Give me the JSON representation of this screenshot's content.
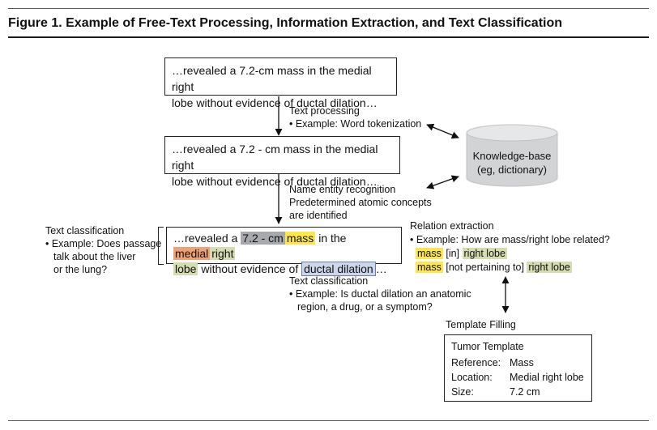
{
  "figure": {
    "title": "Figure 1. Example of Free-Text Processing, Information Extraction, and Text Classification"
  },
  "colors": {
    "highlight_gray": "#a7a9ac",
    "highlight_yellow": "#fde74c",
    "highlight_orange": "#f0a075",
    "highlight_green": "#d5ddb0",
    "highlight_blue": "#cdd6ea"
  },
  "input_box": {
    "line1": "…revealed a 7.2-cm mass in the medial right",
    "line2": "lobe without evidence of ductal dilation…"
  },
  "text_processing": {
    "title": "Text processing",
    "example": "• Example: Word tokenization"
  },
  "tokenized_box": {
    "line1": "…revealed a 7.2 - cm mass in the medial right",
    "line2": "lobe without evidence of ductal dilation…"
  },
  "knowledge_base": {
    "line1": "Knowledge-base",
    "line2": "(eg, dictionary)"
  },
  "ner": {
    "line1": "Name entity recognition",
    "line2": "Predetermined atomic concepts",
    "line3": "are identified"
  },
  "text_classification_left": {
    "title": "Text classification",
    "line1": "• Example: Does passage",
    "line2": "talk about the liver",
    "line3": "or the lung?"
  },
  "annotated_box": {
    "pre": "…revealed a ",
    "measure": "7.2 - cm",
    "mass": "mass",
    "in_the": " in the ",
    "medial": "medial",
    "right": "right",
    "lobe": "lobe",
    "mid": " without evidence of ",
    "ductal": "ductal dilation",
    "end": "…"
  },
  "relation_extraction": {
    "title": "Relation extraction",
    "example": "• Example: How are mass/right lobe related?",
    "rel1_subject": "mass",
    "rel1_relation": " [in] ",
    "rel1_object": "right lobe",
    "rel2_subject": "mass",
    "rel2_relation": " [not pertaining to] ",
    "rel2_object": "right lobe"
  },
  "text_classification_bottom": {
    "title": "Text classification",
    "line1": "• Example: Is ductal dilation an anatomic",
    "line2": "region, a drug, or a symptom?"
  },
  "template_filling": {
    "label": "Template Filling"
  },
  "tumor_template": {
    "title": "Tumor Template",
    "rows": [
      {
        "key": "Reference:",
        "value": "Mass"
      },
      {
        "key": "Location:",
        "value": "Medial right lobe"
      },
      {
        "key": "Size:",
        "value": "7.2 cm"
      }
    ]
  }
}
